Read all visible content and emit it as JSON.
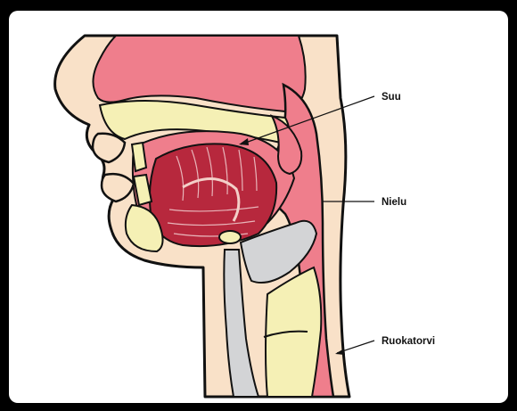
{
  "labels": {
    "mouth": "Suu",
    "pharynx": "Nielu",
    "esophagus": "Ruokatorvi"
  },
  "colors": {
    "frame_background": "#000000",
    "panel_background": "#ffffff",
    "skin": "#f9e1c8",
    "mucosa": "#ef7e8c",
    "tongue": "#b7283d",
    "bone": "#f5f0b5",
    "cartilage": "#d3d4d6",
    "outline": "#111111"
  }
}
